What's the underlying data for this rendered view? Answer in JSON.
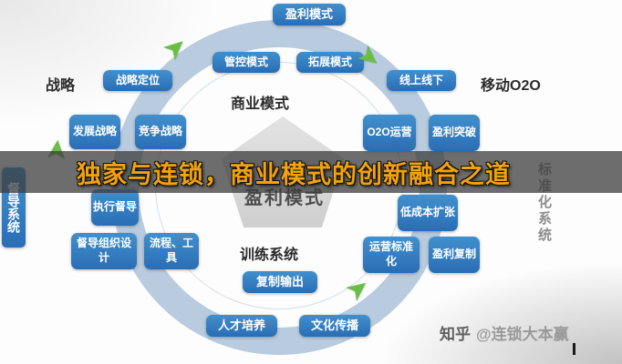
{
  "title_overlay": {
    "text": "独家与连锁，商业模式的创新融合之道"
  },
  "diagram": {
    "boxes": [
      {
        "id": "profit-model-top",
        "label": "盈利模式"
      },
      {
        "id": "control-model",
        "label": "管控模式"
      },
      {
        "id": "expansion-model",
        "label": "拓展模式"
      },
      {
        "id": "strategy-positioning",
        "label": "战略定位"
      },
      {
        "id": "online-offline",
        "label": "线上线下"
      },
      {
        "id": "development-strategy",
        "label": "发展战略"
      },
      {
        "id": "competition-strategy",
        "label": "竞争战略"
      },
      {
        "id": "o2o-operation",
        "label": "O2O运营"
      },
      {
        "id": "profit-breakthrough",
        "label": "盈利突破"
      },
      {
        "id": "execution-supervision",
        "label": "执行督导"
      },
      {
        "id": "low-cost-expansion",
        "label": "低成本扩张"
      },
      {
        "id": "supervision-org-design",
        "label": "督导组织设计"
      },
      {
        "id": "process-tools",
        "label": "流程、工具"
      },
      {
        "id": "operation-standardization",
        "label": "运营标准化"
      },
      {
        "id": "profit-replication",
        "label": "盈利复制"
      },
      {
        "id": "replication-output",
        "label": "复制输出"
      },
      {
        "id": "talent-training",
        "label": "人才培养"
      },
      {
        "id": "culture-spread",
        "label": "文化传播"
      }
    ],
    "labels": {
      "strategy": "战略",
      "business_model": "商业模式",
      "mobile_o2o": "移动O2O",
      "training_system": "训练系统",
      "supervision_system": "督导系统",
      "standardization_system": "标准化系统",
      "pentagon": "盈利模式"
    },
    "icons": {
      "arrow_glyph": "➤"
    }
  },
  "watermark": {
    "brand": "知乎",
    "handle": "@连锁大本赢"
  },
  "colors": {
    "box_blue": "#2a6db5",
    "arrow_green": "#6abe45",
    "title_gold": "#f2a20d",
    "band": "rgba(58,58,58,0.74)",
    "ring": "#80a3c7"
  }
}
